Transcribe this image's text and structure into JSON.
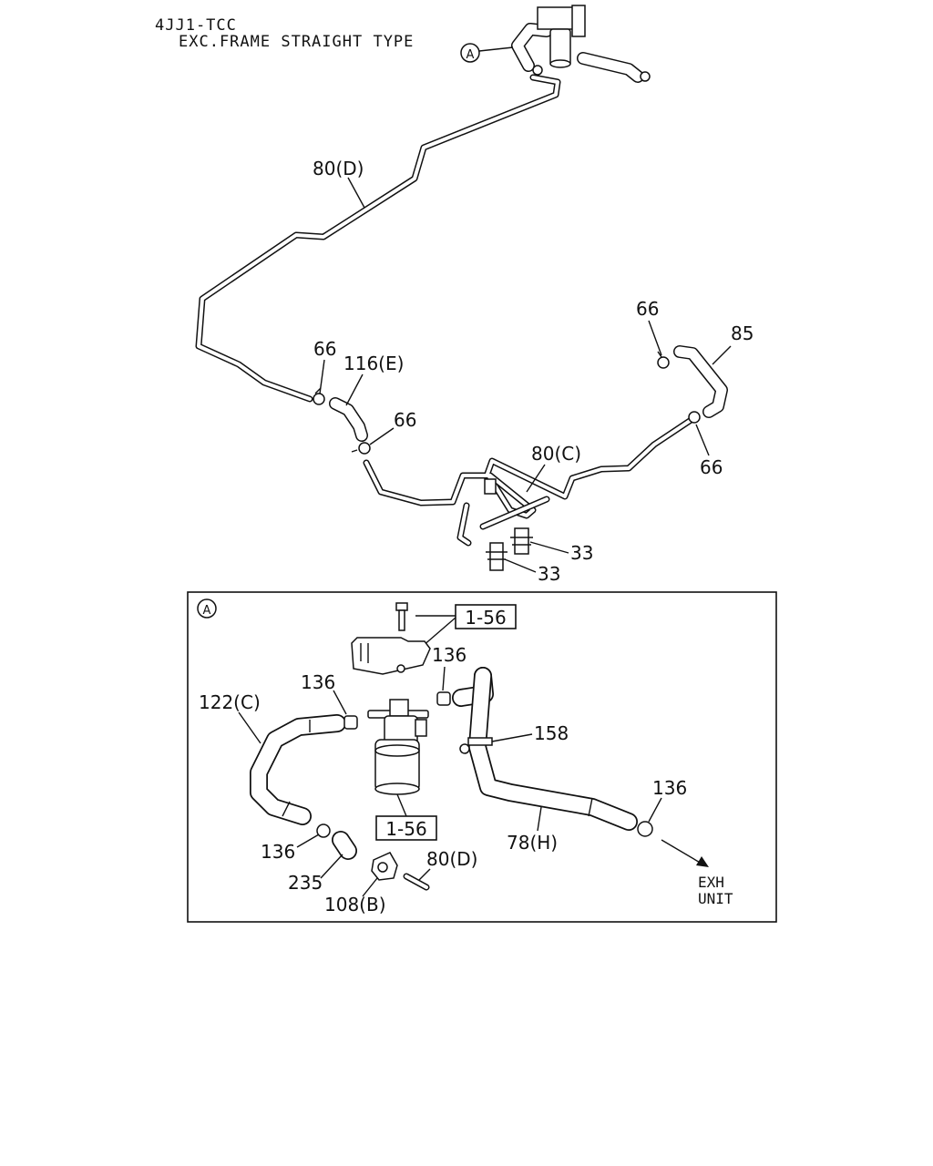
{
  "header": {
    "engine": "4JJ1-TCC",
    "variant": "EXC.FRAME STRAIGHT TYPE"
  },
  "diagram": {
    "marker_a": "A",
    "inset_marker": "A",
    "labels": {
      "p80d_top": "80(D)",
      "p66_left": "66",
      "p116e": "116(E)",
      "p66_mid": "66",
      "p80c": "80(C)",
      "p66_tr": "66",
      "p85": "85",
      "p66_right": "66",
      "p33a": "33",
      "p33b": "33",
      "ref_top": "1-56",
      "ref_bottom": "1-56",
      "p136_a": "136",
      "p136_b": "136",
      "p122c": "122(C)",
      "p158": "158",
      "p136_c": "136",
      "p136_d": "136",
      "p235": "235",
      "p108b": "108(B)",
      "p80d_inset": "80(D)",
      "p78h": "78(H)",
      "exh_line1": "EXH",
      "exh_line2": "UNIT"
    }
  }
}
